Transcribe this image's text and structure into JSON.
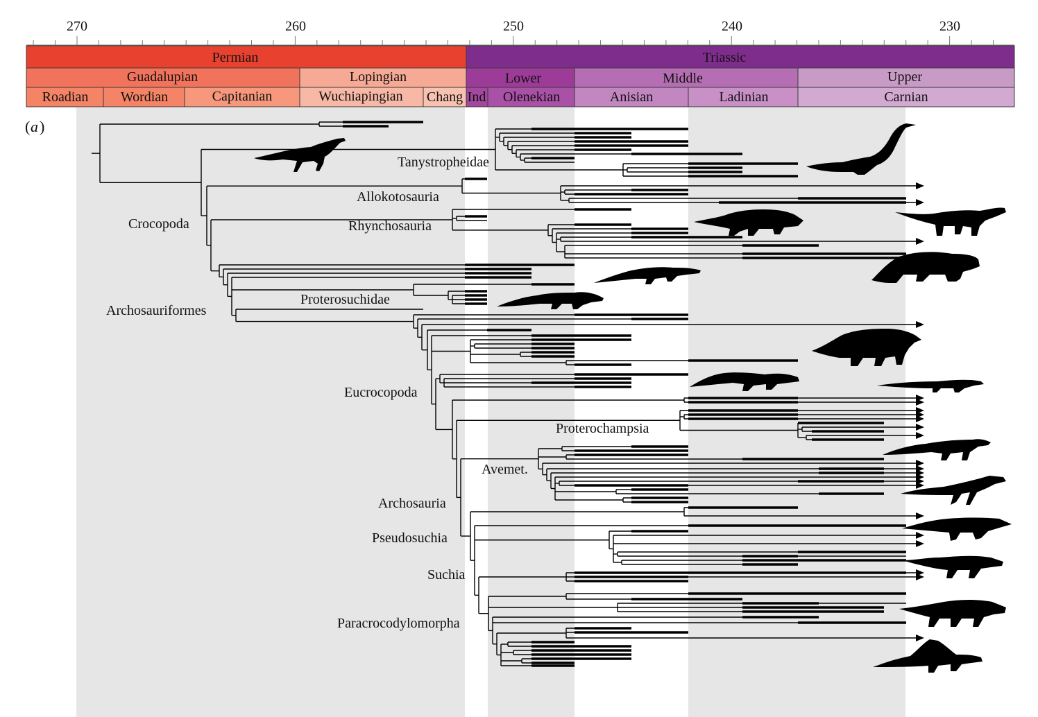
{
  "panel": {
    "label": "a"
  },
  "timescale": {
    "ticks": [
      "270",
      "260",
      "250",
      "240",
      "230"
    ],
    "periods": [
      {
        "label": "Permian",
        "color": "#e8412f"
      },
      {
        "label": "Triassic",
        "color": "#7f2d8c"
      }
    ],
    "epochs": [
      {
        "label": "Guadalupian",
        "color": "#f2735c"
      },
      {
        "label": "Lopingian",
        "color": "#f6a994"
      },
      {
        "label": "Lower",
        "color": "#9c3c98"
      },
      {
        "label": "Middle",
        "color": "#b56eb3"
      },
      {
        "label": "Upper",
        "color": "#c89ac6"
      }
    ],
    "stages": [
      {
        "label": "Roadian",
        "color": "#f58466"
      },
      {
        "label": "Wordian",
        "color": "#f58466"
      },
      {
        "label": "Capitanian",
        "color": "#f7987d"
      },
      {
        "label": "Wuchiapingian",
        "color": "#f8b8a6"
      },
      {
        "label": "Chang",
        "color": "#f8c2b1"
      },
      {
        "label": "Ind",
        "color": "#a4479f"
      },
      {
        "label": "Olenekian",
        "color": "#a950a7"
      },
      {
        "label": "Anisian",
        "color": "#c286c0"
      },
      {
        "label": "Ladinian",
        "color": "#c990c7"
      },
      {
        "label": "Carnian",
        "color": "#d2a9d1"
      }
    ]
  },
  "clades": {
    "tanystropheidae": "Tanystropheidae",
    "allokotosauria": "Allokotosauria",
    "crocopoda": "Crocopoda",
    "rhynchosauria": "Rhynchosauria",
    "proterosuchidae": "Proterosuchidae",
    "archosauriformes": "Archosauriformes",
    "eucrocopoda": "Eucrocopoda",
    "proterochampsia": "Proterochampsia",
    "avemet": "Avemet.",
    "archosauria": "Archosauria",
    "pseudosuchia": "Pseudosuchia",
    "suchia": "Suchia",
    "paracrocodylomorpha": "Paracrocodylomorpha"
  },
  "silhouettes": [
    "basal-archosauromorph-silhouette",
    "tanystropheid-silhouette",
    "rhynchosaur-silhouette",
    "allokotosaur-silhouette",
    "proterosuchid-silhouette",
    "erythrosuchid-silhouette",
    "eucrocopod-silhouette",
    "phytosaur-silhouette",
    "proterochampsid-silhouette",
    "aetosaur-silhouette",
    "dinosauromorph-silhouette",
    "rauisuchid-silhouette",
    "poposauroid-silhouette",
    "crocodylomorph-silhouette",
    "ctenosauriscid-silhouette"
  ]
}
